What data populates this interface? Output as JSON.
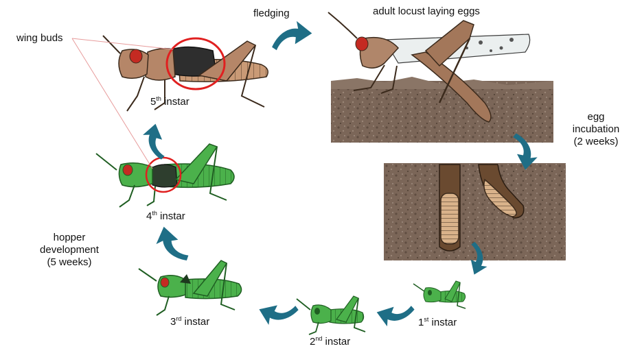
{
  "labels": {
    "wing_buds": "wing buds",
    "fledging": "fledging",
    "adult": "adult locust laying eggs",
    "egg_incubation_1": "egg",
    "egg_incubation_2": "incubation",
    "egg_incubation_3": "(2 weeks)",
    "hopper_dev_1": "hopper",
    "hopper_dev_2": "development",
    "hopper_dev_3": "(5 weeks)",
    "instar_word": "instar",
    "instar1_num": "1",
    "instar1_sup": "st",
    "instar2_num": "2",
    "instar2_sup": "nd",
    "instar3_num": "3",
    "instar3_sup": "rd",
    "instar4_num": "4",
    "instar4_sup": "th",
    "instar5_num": "5",
    "instar5_sup": "th"
  },
  "colors": {
    "arrow": "#1f6e86",
    "hopper_green": "#48b24a",
    "hopper_dark": "#1f5e22",
    "adult_brown": "#a3775a",
    "adult_dark": "#4a3422",
    "soil": "#7d6a5b",
    "highlight_red": "#e02020",
    "eye_red": "#c42a22",
    "leader_line": "#e79b9b"
  }
}
